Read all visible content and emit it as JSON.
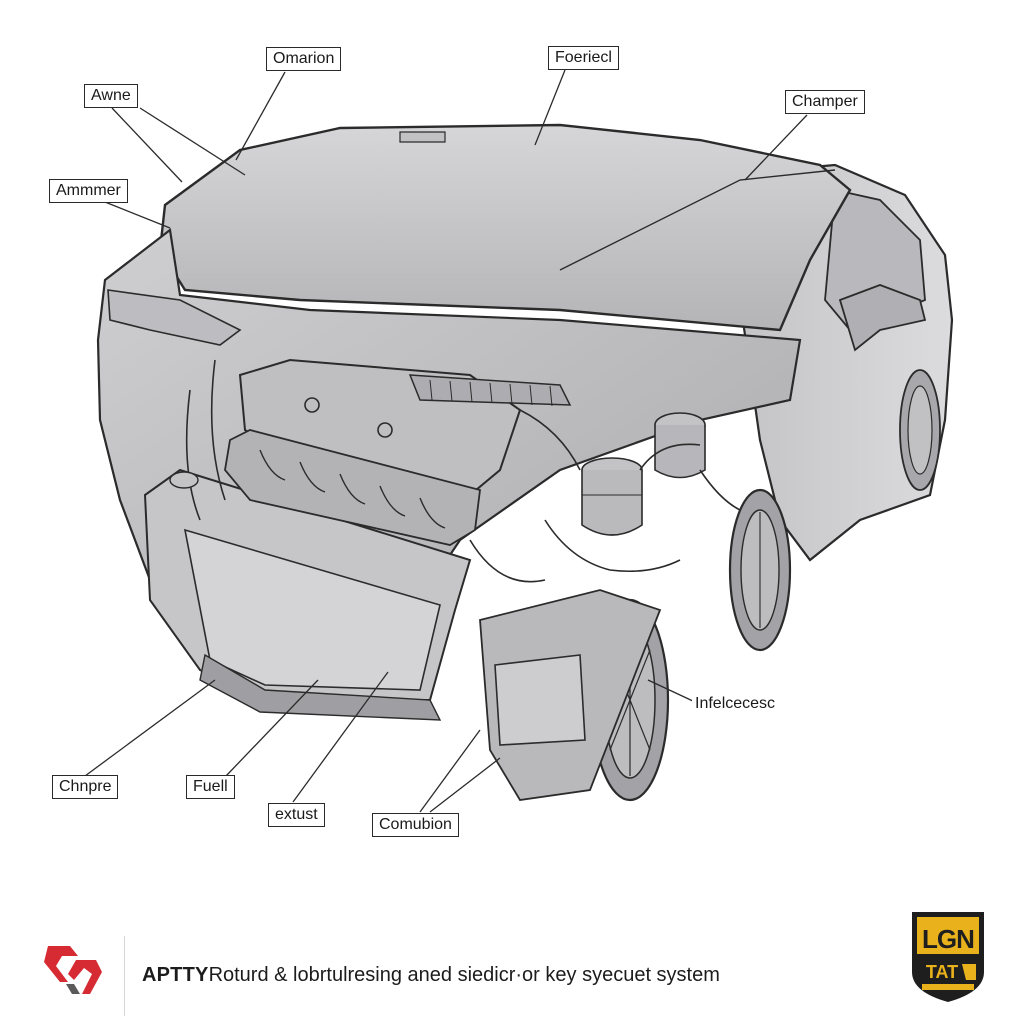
{
  "callouts": {
    "omarion": "Omarion",
    "foeriecl": "Foeriecl",
    "awne": "Awne",
    "champer_top": "Champer",
    "ammmer": "Ammmer",
    "infelcecesc": "Infelcecesc",
    "chnpre": "Chnpre",
    "fuell": "Fuell",
    "extust": "extust",
    "comubion": "Comubion"
  },
  "footer": {
    "brand": "APTTY",
    "caption": "Roturd & lobrtulresing aned siedicr·or key syecuet system"
  },
  "badge": {
    "letters": "LGN",
    "line1": "TAT"
  },
  "colors": {
    "body_fill": "#c9c9cb",
    "outline": "#2b2b2b",
    "logo_red": "#d62b32",
    "badge_yellow": "#e9b21c",
    "badge_dark": "#1e1e1e"
  }
}
